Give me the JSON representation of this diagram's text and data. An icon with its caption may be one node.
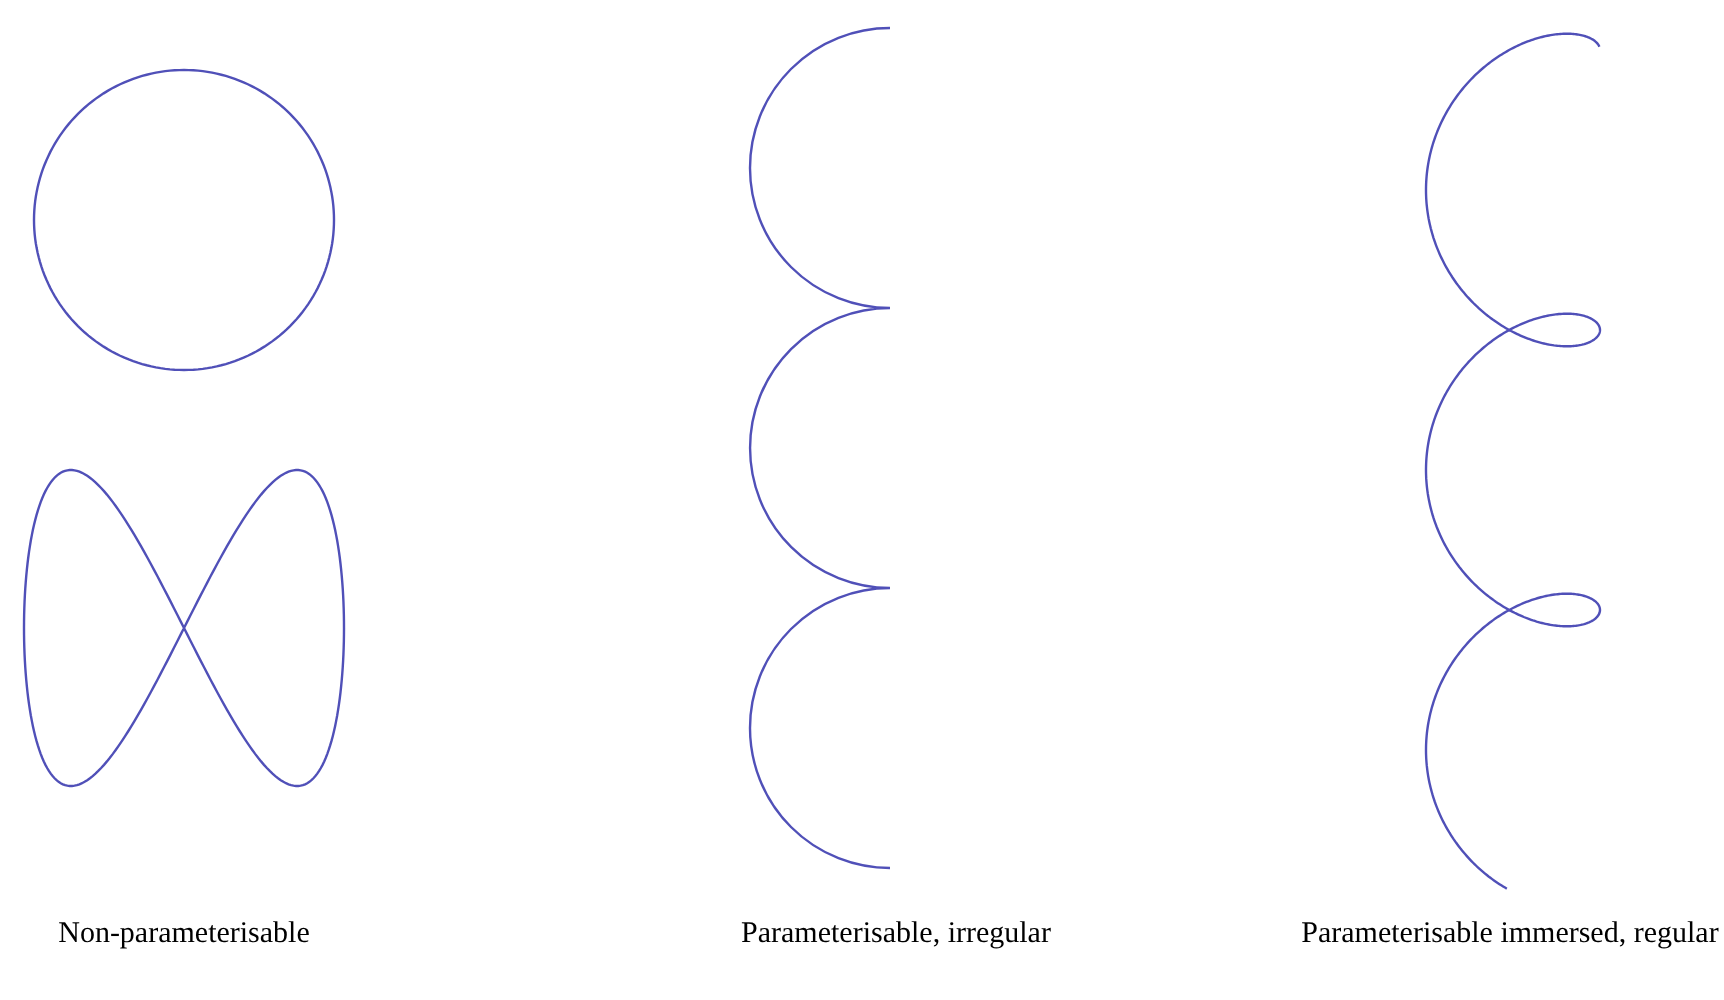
{
  "diagram": {
    "labels": [
      "Non-parameterisable",
      "Parameterisable, irregular",
      "Parameterisable immersed, regular"
    ]
  }
}
